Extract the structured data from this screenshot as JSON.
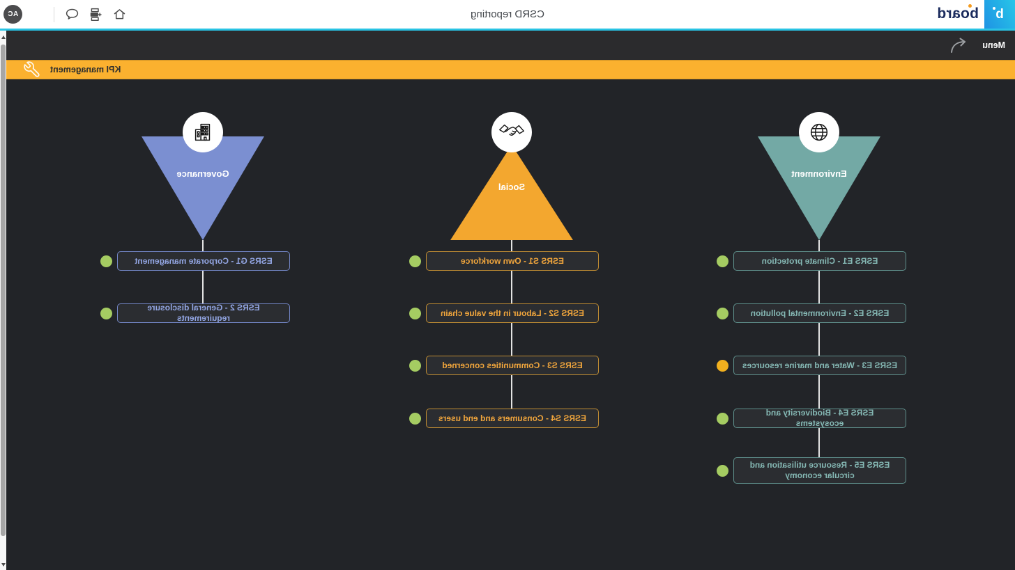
{
  "toolbar": {
    "logo_wordmark": "board",
    "logo_square_letter": "b",
    "title": "CSRD reporting",
    "avatar_initials": "AC",
    "icons": [
      "home-icon",
      "playlist-add-icon",
      "chat-icon",
      "hamburger-menu-icon"
    ]
  },
  "nav": {
    "menu_label": "Menu",
    "icons": [
      "share-arrow-icon"
    ]
  },
  "screen_bar": {
    "label": "KPI management",
    "icon": "wrench-icon"
  },
  "colors": {
    "accent_cyan": "#29c4e4",
    "screen_bar_orange": "#fbb12f",
    "governance_blue": "#7b8fd1",
    "social_orange": "#f3a72f",
    "environment_teal": "#73a9a5",
    "status_green": "#a5cc62",
    "status_yellow": "#f2b01e",
    "background_dark": "#222428"
  },
  "columns": [
    {
      "label": "Environment",
      "icon": "globe-icon",
      "items": [
        {
          "label": "ESRS E1 - Climate protection",
          "status": "green"
        },
        {
          "label": "ESRS E2 - Environmental pollution",
          "status": "green"
        },
        {
          "label": "ESRS E3 - Water and marine resources",
          "status": "yellow"
        },
        {
          "label": "ESRS E4 - Biodiversity and ecosystems",
          "status": "green"
        },
        {
          "label": "ESRS E5 - Resource utilisation and circular economy",
          "status": "green"
        }
      ]
    },
    {
      "label": "Social",
      "icon": "handshake-icon",
      "items": [
        {
          "label": "ESRS S1 - Own workforce",
          "status": "green"
        },
        {
          "label": "ESRS S2 - Labour in the value chain",
          "status": "green"
        },
        {
          "label": "ESRS S3 - Communities concerned",
          "status": "green"
        },
        {
          "label": "ESRS S4 - Consumers and end users",
          "status": "green"
        }
      ]
    },
    {
      "label": "Governance",
      "icon": "building-icon",
      "items": [
        {
          "label": "ESRS G1 - Corporate management",
          "status": "green"
        },
        {
          "label": "ESRS 2 - General disclosure requirements",
          "status": "green"
        }
      ]
    }
  ]
}
